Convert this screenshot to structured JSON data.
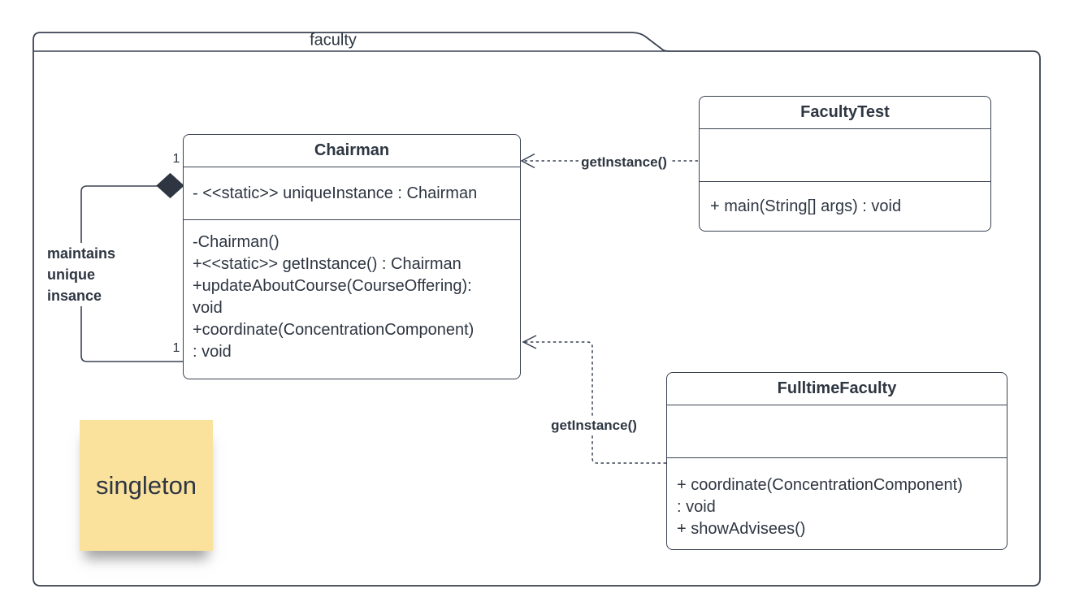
{
  "package": {
    "label": "faculty"
  },
  "classes": {
    "chairman": {
      "title": "Chairman",
      "attribute_lines": [
        "- <<static>> uniqueInstance : Chairman"
      ],
      "method_lines": [
        "-Chairman()",
        "+<<static>> getInstance() : Chairman",
        "+updateAboutCourse(CourseOffering):",
        "void",
        "+coordinate(ConcentrationComponent)",
        ": void"
      ]
    },
    "facultyTest": {
      "title": "FacultyTest",
      "attribute_lines": [],
      "method_lines": [
        "+ main(String[] args) : void"
      ]
    },
    "fulltimeFaculty": {
      "title": "FulltimeFaculty",
      "attribute_lines": [],
      "method_lines": [
        "+ coordinate(ConcentrationComponent)",
        ": void",
        "+ showAdvisees()"
      ]
    }
  },
  "relationships": {
    "self_aggregation": {
      "label_lines": [
        "maintains",
        "unique",
        "insance"
      ],
      "multiplicity_top": "1",
      "multiplicity_bottom": "1"
    },
    "dependency_from_faculty_test": {
      "label": "getInstance()"
    },
    "dependency_from_fulltime_faculty": {
      "label": "getInstance()"
    }
  },
  "note": {
    "text": "singleton"
  },
  "colors": {
    "stroke": "#3A4250",
    "text": "#2E3642",
    "diamond_fill": "#2E3642",
    "note_fill": "#FAE29D",
    "background": "#FFFFFF"
  }
}
